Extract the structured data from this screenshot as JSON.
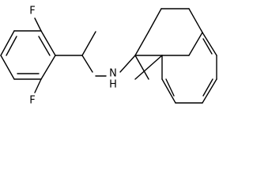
{
  "molecule": {
    "atom_labels": {
      "fluorine_top": "F",
      "fluorine_bottom": "F",
      "amine": "N",
      "amine_hydrogen": "H"
    }
  }
}
